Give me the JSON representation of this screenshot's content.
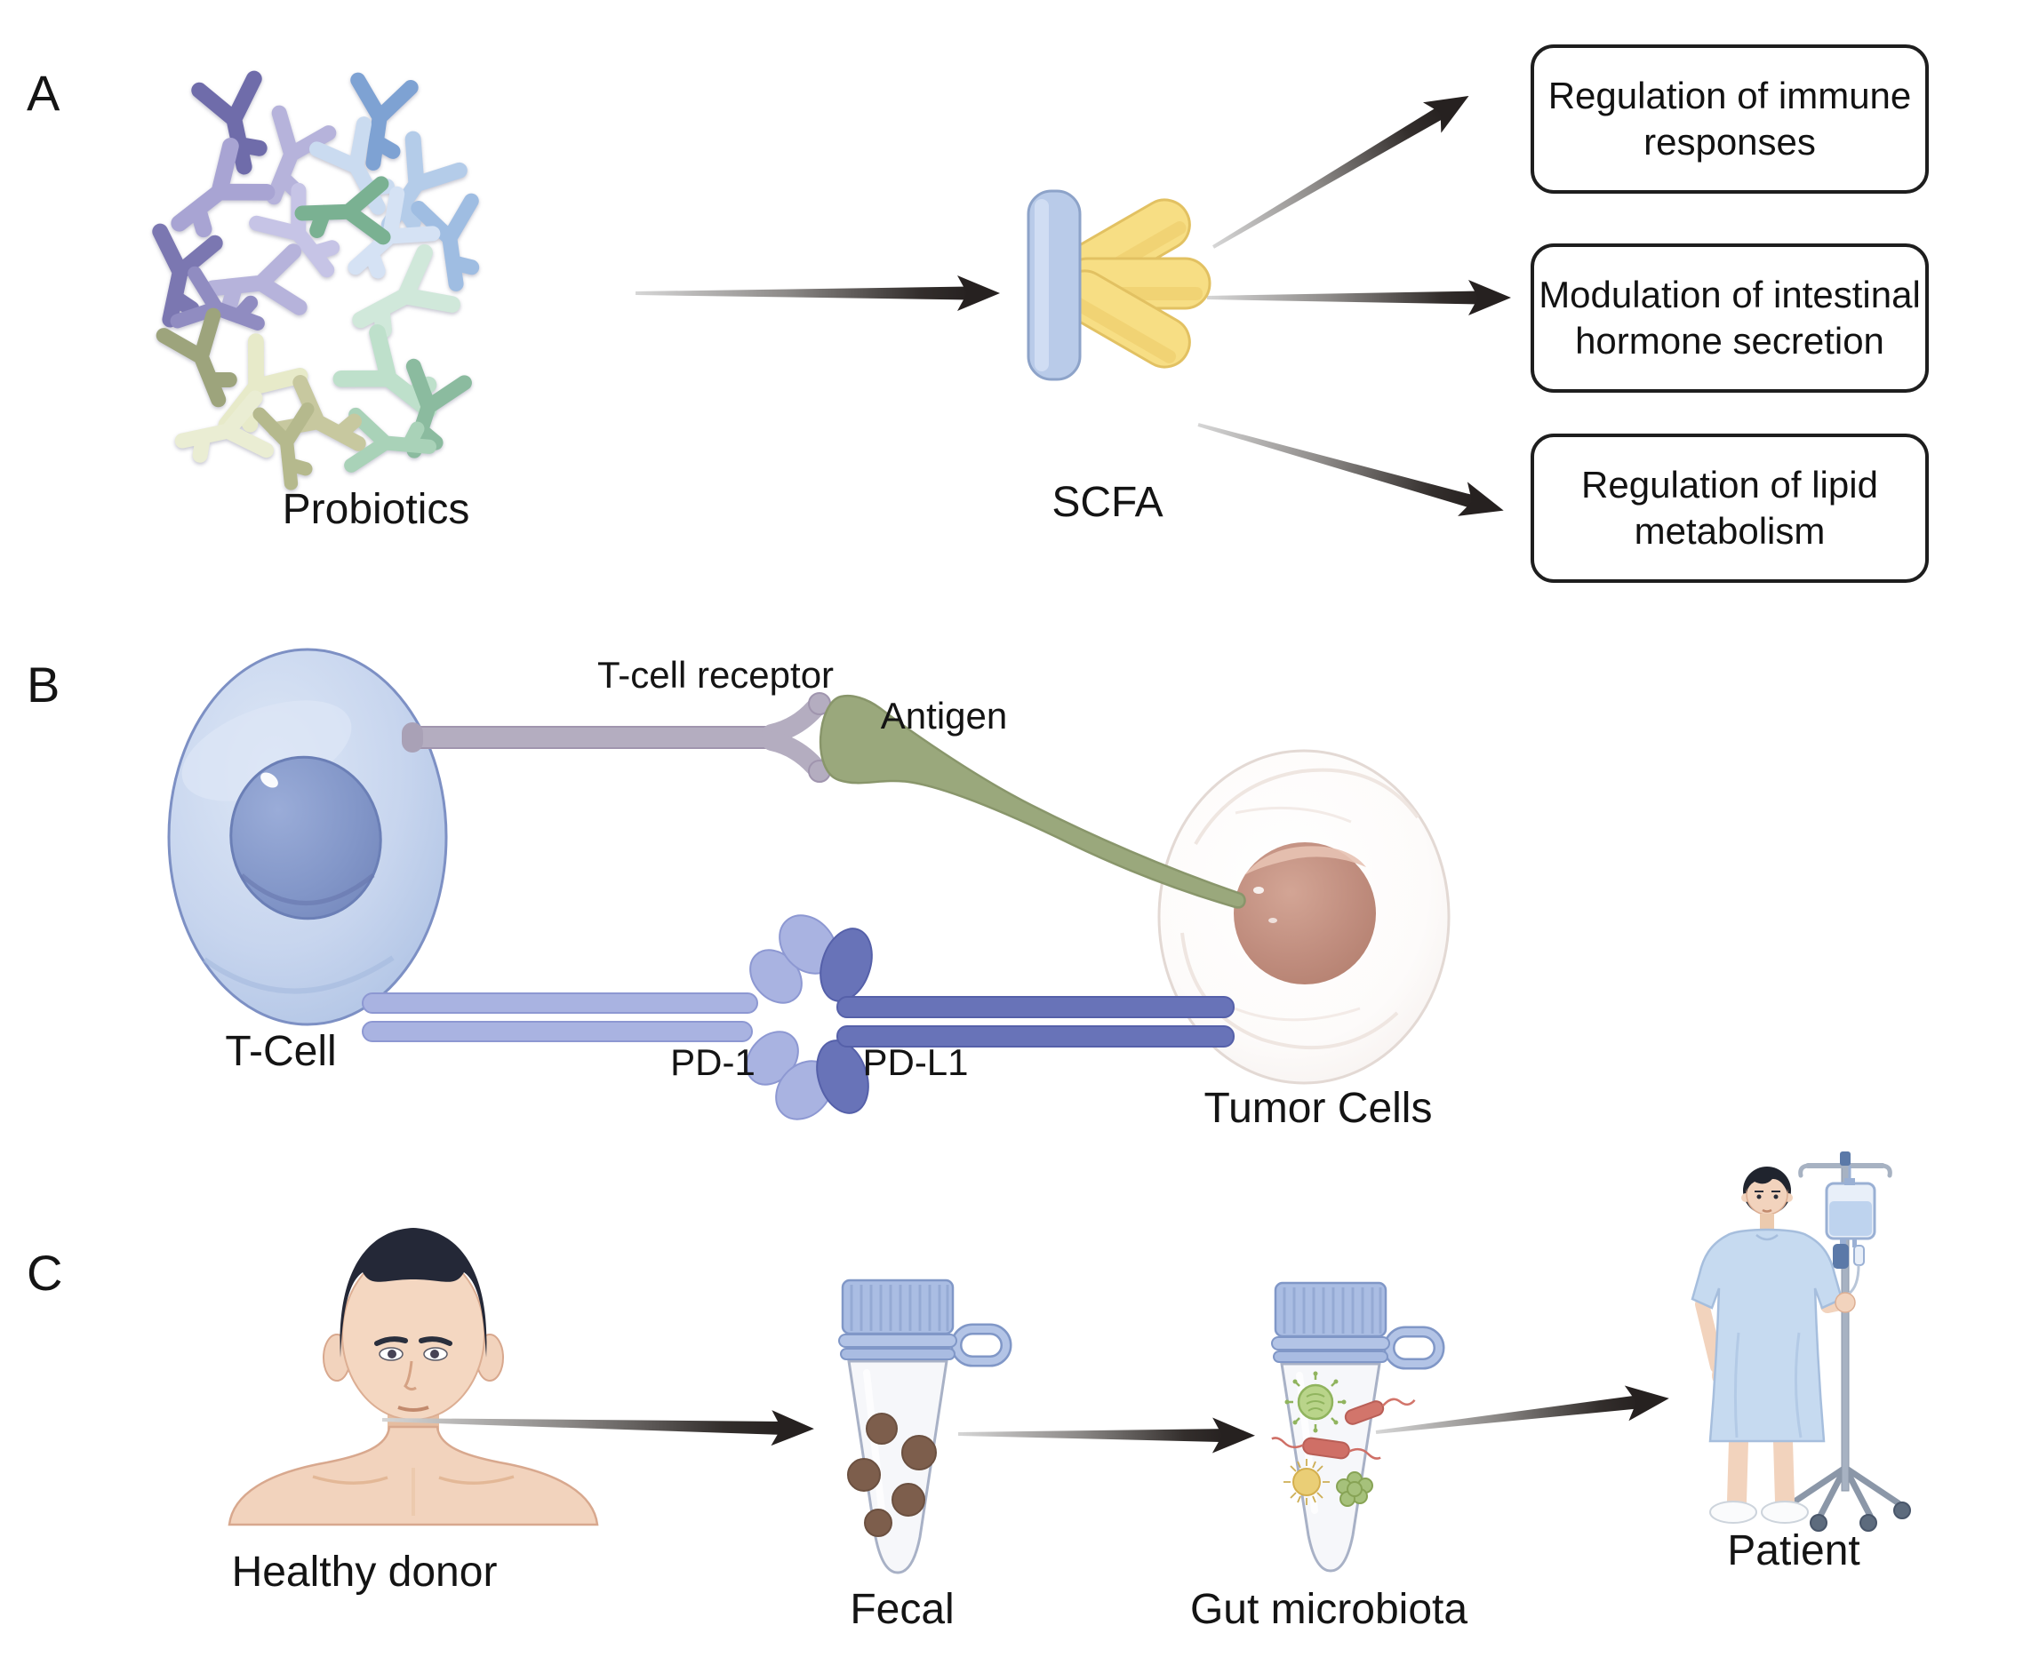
{
  "figure": {
    "panel_a": {
      "label": "A",
      "probiotics_label": "Probiotics",
      "scfa_label": "SCFA",
      "outcomes": [
        "Regulation of immune\nresponses",
        "Modulation of intestinal\nhormone secretion",
        "Regulation of lipid\nmetabolism"
      ]
    },
    "panel_b": {
      "label": "B",
      "tcell_label": "T-Cell",
      "receptor_label": "T-cell receptor",
      "antigen_label": "Antigen",
      "pd1_label": "PD-1",
      "pdl1_label": "PD-L1",
      "tumor_label": "Tumor Cells"
    },
    "panel_c": {
      "label": "C",
      "donor_label": "Healthy donor",
      "fecal_label": "Fecal",
      "microbiota_label": "Gut microbiota",
      "patient_label": "Patient"
    }
  },
  "colors": {
    "scfa_receptor_blue": "#b9cbe9",
    "scfa_yellow": "#f7de84",
    "box_border": "#1e1e1e",
    "arrow_dark": "#262120",
    "tcell_fill": "#c7d5ee",
    "tcell_nucleus": "#8296c8",
    "tcr_gray": "#b4adc0",
    "antigen_olive": "#9aa87c",
    "pd1_light_periwinkle": "#a9b3e1",
    "pdl1_dark_periwinkle": "#6873b8",
    "tumor_nucleus": "#c08d7e",
    "fecal_brown": "#7d5e4c",
    "tube_cap_blue": "#aabde3",
    "gown_blue": "#c6daf0",
    "skin": "#f2d3bd"
  }
}
